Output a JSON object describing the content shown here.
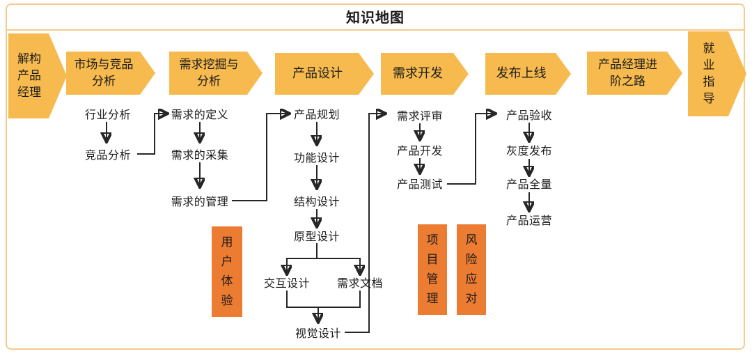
{
  "title": "知识地图",
  "colors": {
    "chevron": "#F7BA4E",
    "box": "#EC7C31",
    "frame": "#F6CA8C",
    "line": "#262626"
  },
  "stages": [
    "解构产品经理",
    "市场与竞品分析",
    "需求挖掘与分析",
    "产品设计",
    "需求开发",
    "发布上线",
    "产品经理进阶之路",
    "就业指导"
  ],
  "steps": {
    "market": [
      "行业分析",
      "竞品分析"
    ],
    "requirement": [
      "需求的定义",
      "需求的采集",
      "需求的管理"
    ],
    "design": [
      "产品规划",
      "功能设计",
      "结构设计",
      "原型设计",
      "交互设计",
      "需求文档",
      "视觉设计"
    ],
    "development": [
      "需求评审",
      "产品开发",
      "产品测试"
    ],
    "launch": [
      "产品验收",
      "灰度发布",
      "产品全量",
      "产品运营"
    ]
  },
  "side_boxes": [
    "用户体验",
    "项目管理",
    "风险应对"
  ],
  "edges": [
    {
      "from": "行业分析",
      "to": "竞品分析"
    },
    {
      "from": "竞品分析",
      "to": "需求的定义"
    },
    {
      "from": "需求的定义",
      "to": "需求的采集"
    },
    {
      "from": "需求的采集",
      "to": "需求的管理"
    },
    {
      "from": "需求的管理",
      "to": "产品规划"
    },
    {
      "from": "产品规划",
      "to": "功能设计"
    },
    {
      "from": "功能设计",
      "to": "结构设计"
    },
    {
      "from": "结构设计",
      "to": "原型设计"
    },
    {
      "from": "原型设计",
      "to": "交互设计"
    },
    {
      "from": "原型设计",
      "to": "需求文档"
    },
    {
      "from": "交互设计",
      "to": "视觉设计"
    },
    {
      "from": "需求文档",
      "to": "视觉设计"
    },
    {
      "from": "视觉设计",
      "to": "需求评审"
    },
    {
      "from": "需求评审",
      "to": "产品开发"
    },
    {
      "from": "产品开发",
      "to": "产品测试"
    },
    {
      "from": "产品测试",
      "to": "产品验收"
    },
    {
      "from": "产品验收",
      "to": "灰度发布"
    },
    {
      "from": "灰度发布",
      "to": "产品全量"
    },
    {
      "from": "产品全量",
      "to": "产品运营"
    }
  ]
}
